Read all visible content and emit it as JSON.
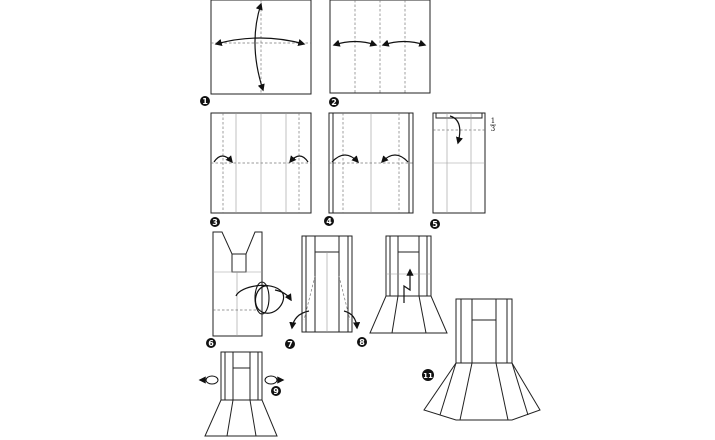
{
  "steps": [
    "1",
    "2",
    "3",
    "4",
    "5",
    "6",
    "7",
    "8",
    "9",
    "11"
  ],
  "fraction": {
    "numerator": "1",
    "denominator": "3"
  },
  "colors": {
    "line": "#222222",
    "badge": "#111111",
    "paper": "#ffffff"
  }
}
